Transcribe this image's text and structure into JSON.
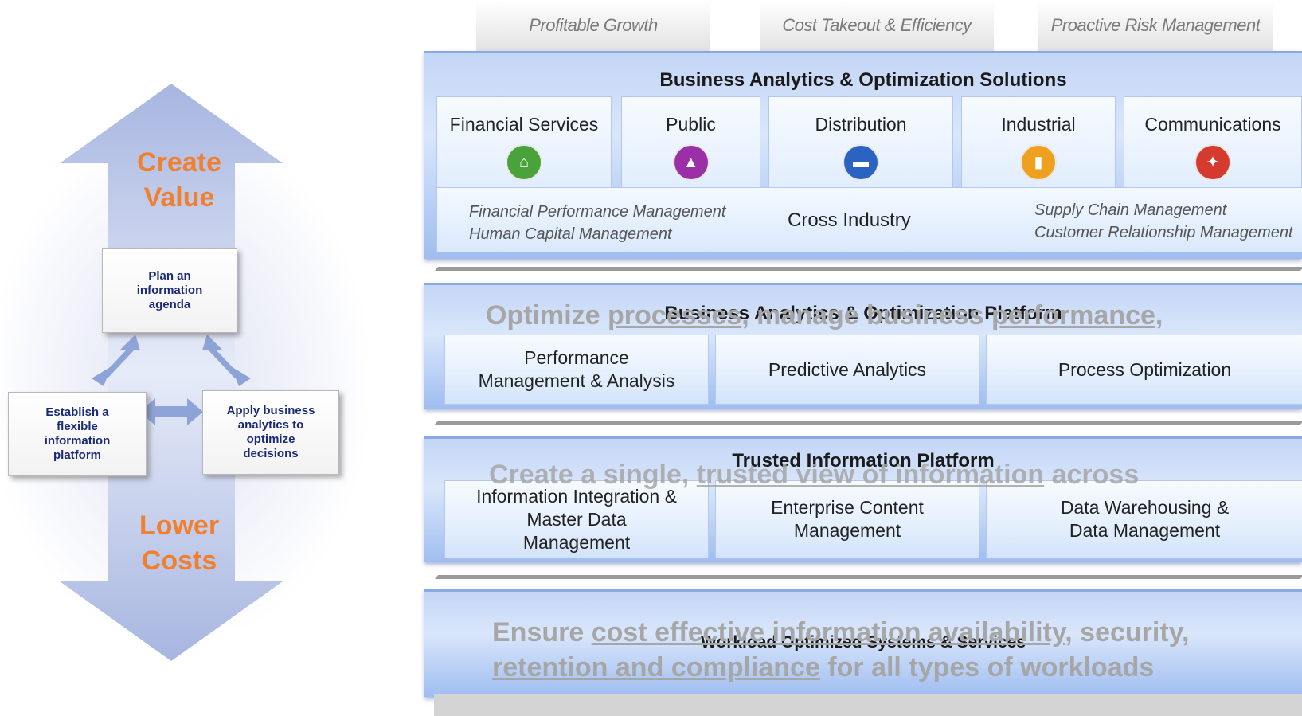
{
  "left": {
    "top_label_line1": "Create",
    "top_label_line2": "Value",
    "bottom_label_line1": "Lower",
    "bottom_label_line2": "Costs",
    "cycle": [
      {
        "text": "Plan an information agenda"
      },
      {
        "text": "Establish a flexible information platform"
      },
      {
        "text": "Apply business analytics to optimize decisions"
      }
    ]
  },
  "tabs": [
    "Profitable Growth",
    "Cost Takeout & Efficiency",
    "Proactive Risk Management"
  ],
  "solutions": {
    "title": "Business Analytics & Optimization Solutions",
    "industries": [
      {
        "label": "Financial Services",
        "icon": "bank-icon",
        "color": "#4aa23a"
      },
      {
        "label": "Public",
        "icon": "capitol-icon",
        "color": "#9b2fa8"
      },
      {
        "label": "Distribution",
        "icon": "truck-icon",
        "color": "#2a63c2"
      },
      {
        "label": "Industrial",
        "icon": "factory-icon",
        "color": "#f0a020"
      },
      {
        "label": "Communications",
        "icon": "antenna-icon",
        "color": "#d53a2e"
      }
    ],
    "cross_industry": "Cross Industry",
    "cross_left": [
      "Financial Performance Management",
      "Human Capital Management"
    ],
    "cross_right": [
      "Supply Chain Management",
      "Customer Relationship Management"
    ]
  },
  "platform": {
    "title": "Business Analytics & Optimization Platform",
    "boxes": [
      "Performance Management & Analysis",
      "Predictive Analytics",
      "Process Optimization"
    ]
  },
  "trusted": {
    "title": "Trusted Information Platform",
    "boxes": [
      "Information Integration & Master Data Management",
      "Enterprise Content Management",
      "Data Warehousing & Data Management"
    ]
  },
  "workload": {
    "title": "Workload Optimized Systems & Services"
  },
  "overlays": {
    "o1_a": "Optimize ",
    "o1_b": "processes",
    "o1_c": ", manage business ",
    "o1_d": "performance",
    "o1_e": ",",
    "o2_a": "Create a single, ",
    "o2_b": "trusted view of information",
    "o2_c": " across",
    "o3_a": "Ensure ",
    "o3_b": "cost effective information availability",
    "o3_c": ", security,",
    "o3_d": "retention and compliance",
    "o3_e": " for all types of workloads"
  },
  "colors": {
    "accent_orange": "#f08030",
    "card_text": "#1a2a78",
    "band_blue": "#a9c4f2"
  }
}
